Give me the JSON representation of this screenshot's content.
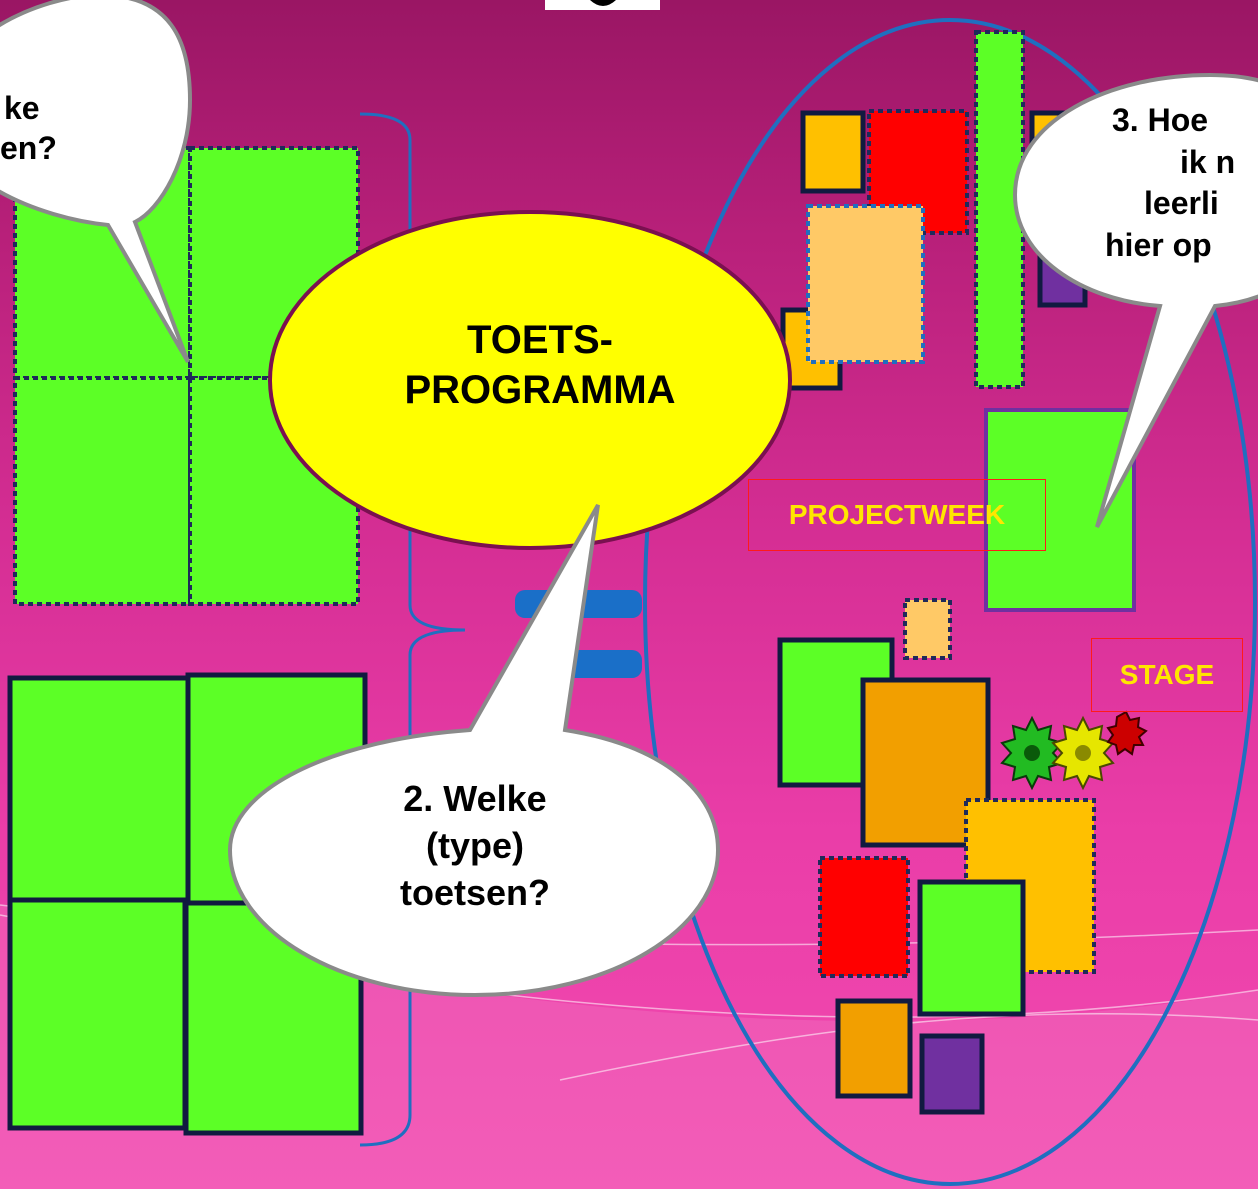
{
  "diagram": {
    "center_label": [
      "TOETS-",
      "PROGRAMMA"
    ],
    "bubble_left": [
      "ke",
      "en?"
    ],
    "bubble_bottom": [
      "2. Welke",
      "(type)",
      "toetsen?"
    ],
    "bubble_right": [
      "3. Hoe",
      "ik n",
      "leerli",
      "hier op"
    ],
    "tag_projectweek": "PROJECTWEEK",
    "tag_stage": "STAGE"
  },
  "colors": {
    "green": "#5cff26",
    "border": "#1f2a5a",
    "red": "#ff0000",
    "orange": "#f29f00",
    "amber": "#ffc000",
    "peach": "#ffc966",
    "purple": "#7030a0",
    "yellow": "#ffff00",
    "ring": "#1f6fc0"
  }
}
